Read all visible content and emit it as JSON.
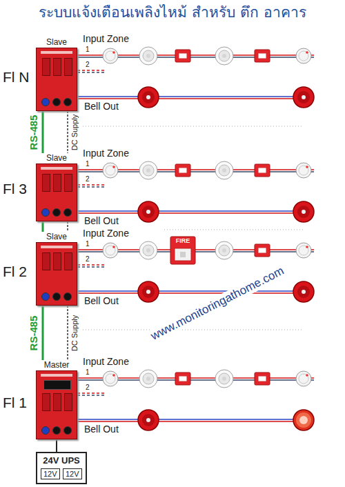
{
  "diagram": {
    "title": "ระบบแจ้งเตือนเพลิงไหม้ สำหรับ ตึก อาคาร",
    "nodes": [
      {
        "text": [
          "Slave"
        ]
      },
      {
        "text": [
          "Slave"
        ]
      },
      {
        "text": [
          "Slave"
        ]
      },
      {
        "text": [
          "Master"
        ]
      },
      {
        "text": [
          "24V UPS"
        ]
      },
      {
        "text": [
          "12V"
        ],
        "in": 4
      },
      {
        "text": [
          "12V"
        ],
        "in": 4
      }
    ],
    "edges": [
      {
        "from": 0,
        "to": 1,
        "arrow": "none",
        "label": "RS-485"
      },
      {
        "from": 0,
        "to": 1,
        "arrow": "none",
        "label": "DC Supply"
      },
      {
        "from": 1,
        "to": 2,
        "arrow": "none"
      },
      {
        "from": 1,
        "to": 2,
        "arrow": "none"
      },
      {
        "from": 2,
        "to": 3,
        "arrow": "none",
        "label": "RS-485"
      },
      {
        "from": 2,
        "to": 3,
        "arrow": "none",
        "label": "DC Supply"
      },
      {
        "from": 4,
        "to": 3,
        "arrow": "none"
      }
    ],
    "labels": [
      "Fl N",
      "Input Zone",
      "1",
      "2",
      "Bell Out",
      "Fl 3",
      "Input Zone",
      "1",
      "2",
      "Bell Out",
      "Fl 2",
      "Input Zone",
      "1",
      "2",
      "FIRE",
      "Bell Out",
      "Fl 1",
      "Input Zone",
      "1",
      "2",
      "Bell Out",
      "www.monitoringathome.com"
    ]
  }
}
